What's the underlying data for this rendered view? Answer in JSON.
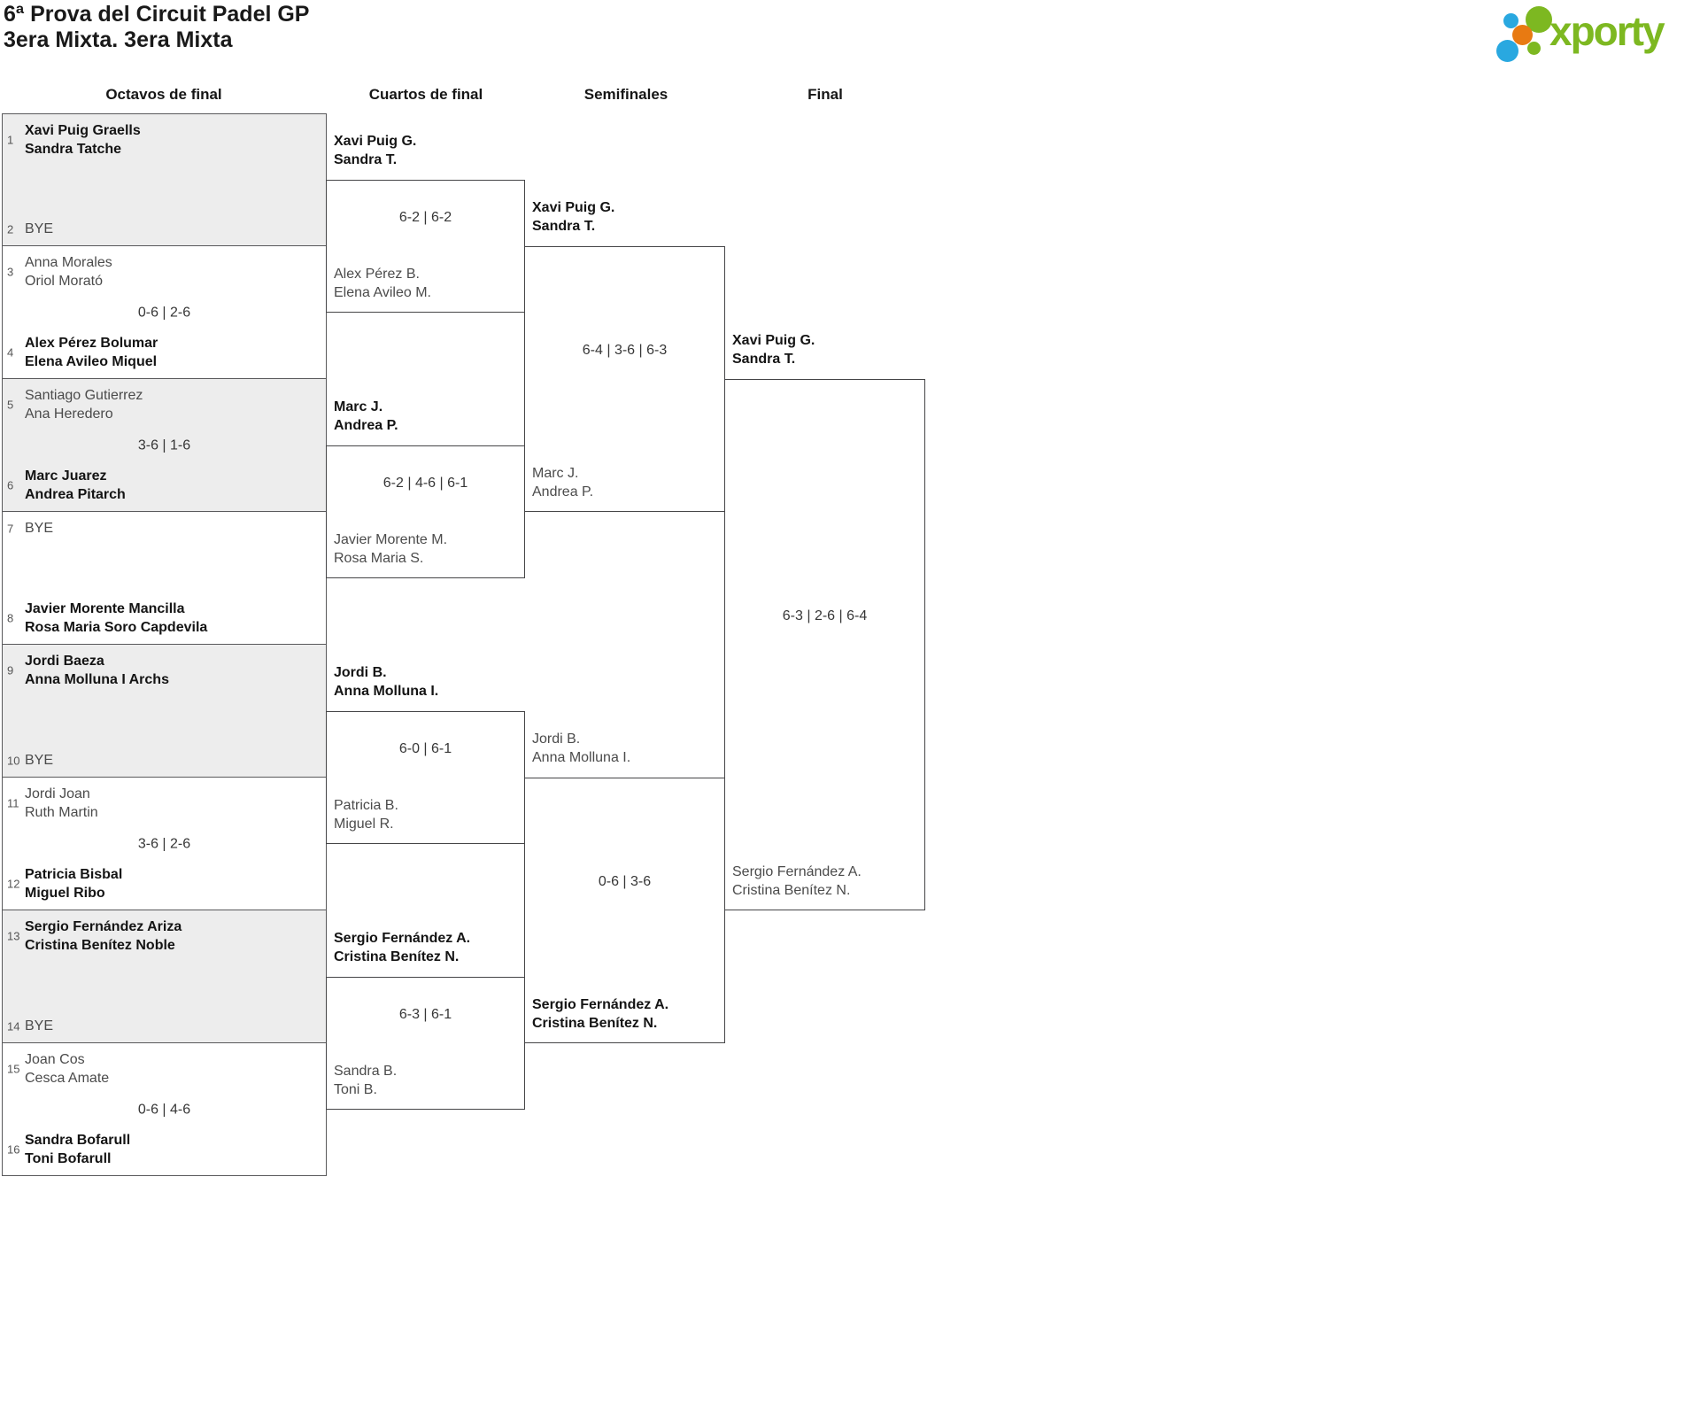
{
  "header": {
    "title_line1": "6ª Prova del Circuit Padel GP",
    "title_line2": "3era Mixta. 3era Mixta",
    "logo_text": "xporty"
  },
  "colors": {
    "logo_green": "#7db821",
    "logo_blue": "#29a8e0",
    "logo_orange": "#e87a12",
    "box_alt_fill": "#ededed",
    "box_border": "#59595b",
    "winner_text": "#141414",
    "loser_text": "#4b4b4b"
  },
  "round_headers": [
    "Octavos de final",
    "Cuartos de final",
    "Semifinales",
    "Final"
  ],
  "bracket": {
    "octavos": [
      {
        "n1": "1",
        "t1a": "Xavi Puig Graells",
        "t1b": "Sandra Tatche",
        "n2": "2",
        "t2a": "BYE",
        "t2b": "",
        "score": ""
      },
      {
        "n1": "3",
        "t1a": "Anna Morales",
        "t1b": "Oriol Morató",
        "n2": "4",
        "t2a": "Alex Pérez Bolumar",
        "t2b": "Elena Avileo Miquel",
        "score": "0-6 | 2-6"
      },
      {
        "n1": "5",
        "t1a": "Santiago Gutierrez",
        "t1b": "Ana Heredero",
        "n2": "6",
        "t2a": "Marc Juarez",
        "t2b": "Andrea Pitarch",
        "score": "3-6 | 1-6"
      },
      {
        "n1": "7",
        "t1a": "BYE",
        "t1b": "",
        "n2": "8",
        "t2a": "Javier Morente Mancilla",
        "t2b": "Rosa Maria Soro Capdevila",
        "score": ""
      },
      {
        "n1": "9",
        "t1a": "Jordi Baeza",
        "t1b": "Anna Molluna I Archs",
        "n2": "10",
        "t2a": "BYE",
        "t2b": "",
        "score": ""
      },
      {
        "n1": "11",
        "t1a": "Jordi Joan",
        "t1b": "Ruth Martin",
        "n2": "12",
        "t2a": "Patricia Bisbal",
        "t2b": "Miguel Ribo",
        "score": "3-6 | 2-6"
      },
      {
        "n1": "13",
        "t1a": "Sergio Fernández Ariza",
        "t1b": "Cristina Benítez Noble",
        "n2": "14",
        "t2a": "BYE",
        "t2b": "",
        "score": ""
      },
      {
        "n1": "15",
        "t1a": "Joan Cos",
        "t1b": "Cesca Amate",
        "n2": "16",
        "t2a": "Sandra Bofarull",
        "t2b": "Toni Bofarull",
        "score": "0-6 | 4-6"
      }
    ],
    "cuartos": [
      {
        "t1a": "Xavi Puig G.",
        "t1b": "Sandra T.",
        "t2a": "Alex Pérez B.",
        "t2b": "Elena Avileo M.",
        "score": "6-2 | 6-2"
      },
      {
        "t1a": "Marc J.",
        "t1b": "Andrea P.",
        "t2a": "Javier Morente M.",
        "t2b": "Rosa Maria S.",
        "score": "6-2 | 4-6 | 6-1"
      },
      {
        "t1a": "Jordi B.",
        "t1b": "Anna Molluna I.",
        "t2a": "Patricia B.",
        "t2b": "Miguel R.",
        "score": "6-0 | 6-1"
      },
      {
        "t1a": "Sergio Fernández A.",
        "t1b": "Cristina Benítez N.",
        "t2a": "Sandra B.",
        "t2b": "Toni B.",
        "score": "6-3 | 6-1"
      }
    ],
    "semifinales": [
      {
        "t1a": "Xavi Puig G.",
        "t1b": "Sandra T.",
        "t2a": "Marc J.",
        "t2b": "Andrea P.",
        "score": "6-4 | 3-6 | 6-3"
      },
      {
        "t1a": "Jordi B.",
        "t1b": "Anna Molluna I.",
        "t2a": "Sergio Fernández A.",
        "t2b": "Cristina Benítez N.",
        "score": "0-6 | 3-6"
      }
    ],
    "final": [
      {
        "t1a": "Xavi Puig G.",
        "t1b": "Sandra T.",
        "t2a": "Sergio Fernández A.",
        "t2b": "Cristina Benítez N.",
        "score": "6-3 | 2-6 | 6-4"
      }
    ]
  }
}
